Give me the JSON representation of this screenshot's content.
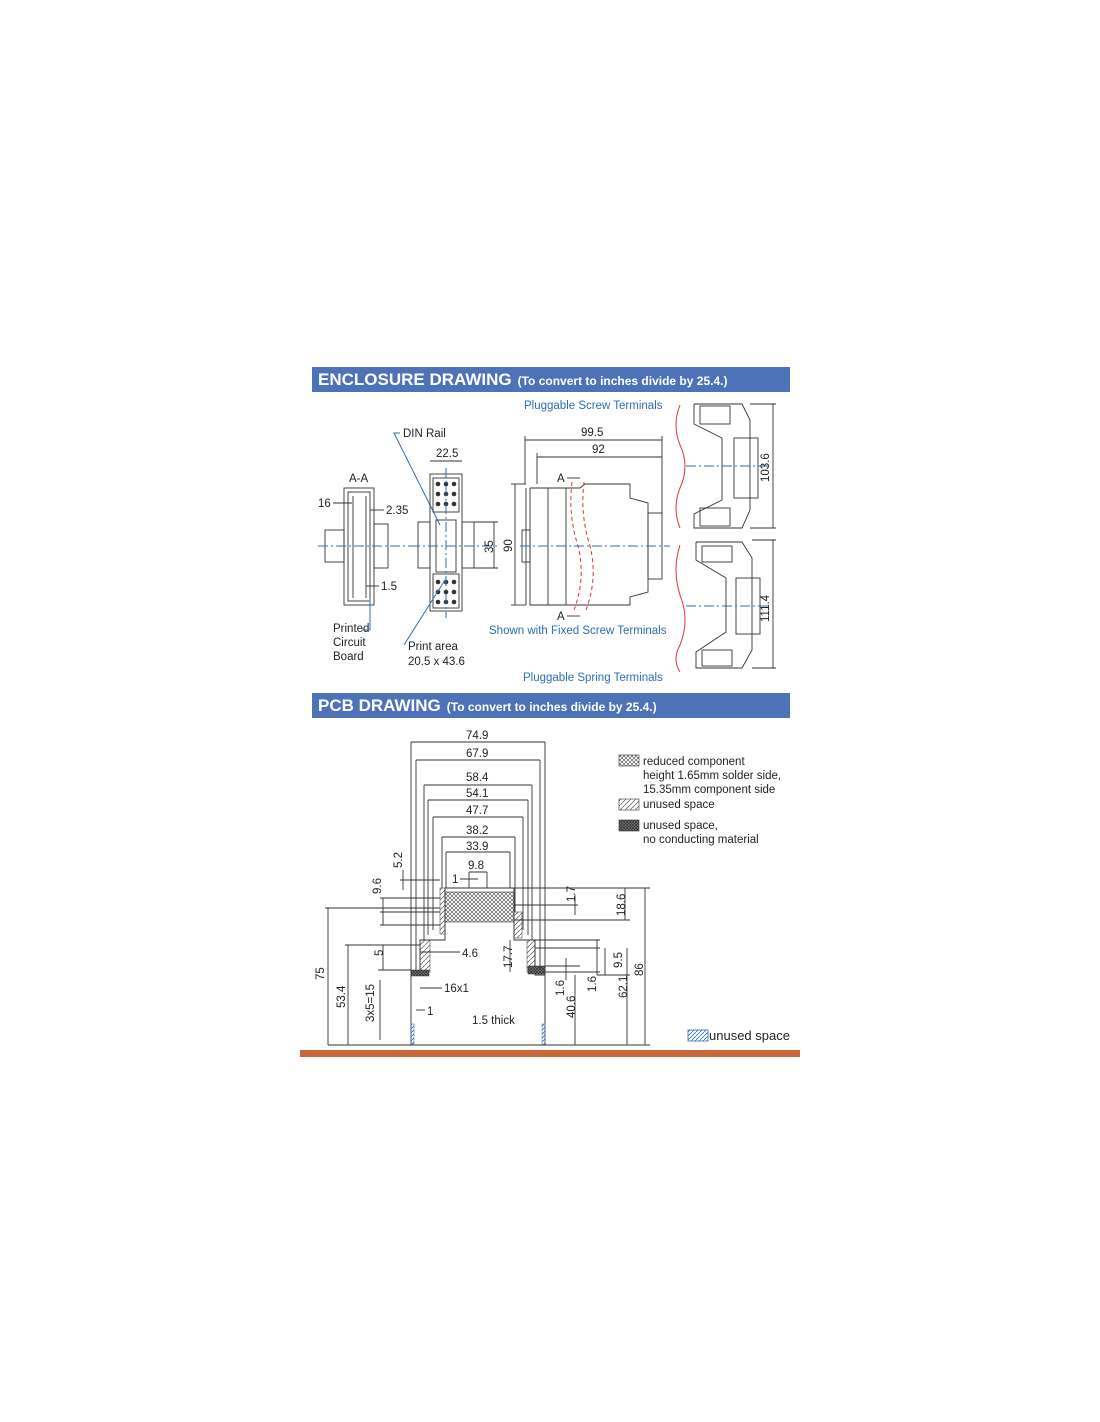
{
  "enclosure": {
    "title": "ENCLOSURE DRAWING",
    "subtitle": "(To convert to inches divide by 25.4.)",
    "section_label": "A-A",
    "din_rail": "DIN Rail",
    "pcb_label": [
      "Printed",
      "Circuit",
      "Board"
    ],
    "print_area": [
      "Print area",
      "20.5 x 43.6"
    ],
    "pluggable_screw": "Pluggable Screw Terminals",
    "fixed_screw": "Shown with Fixed Screw Terminals",
    "pluggable_spring": "Pluggable Spring Terminals",
    "section_mark": "A",
    "dims": {
      "d16": "16",
      "d2_35": "2.35",
      "d1_5": "1.5",
      "d22_5": "22.5",
      "d35": "35",
      "d90": "90",
      "d99_5": "99.5",
      "d92": "92",
      "d103_6": "103.6",
      "d111_4": "111.4"
    }
  },
  "pcb": {
    "title": "PCB DRAWING",
    "subtitle": "(To convert to inches divide by 25.4.)",
    "legend": {
      "reduced": [
        "reduced component",
        "height 1.65mm solder side,",
        "15.35mm component side"
      ],
      "unused": "unused space",
      "nocond": [
        "unused space,",
        "no conducting material"
      ],
      "unused_blue": "unused space"
    },
    "thick": "1.5 thick",
    "dims": {
      "d74_9": "74.9",
      "d67_9": "67.9",
      "d58_4": "58.4",
      "d54_1": "54.1",
      "d47_7": "47.7",
      "d38_2": "38.2",
      "d33_9": "33.9",
      "d9_8": "9.8",
      "d1a": "1",
      "d5_2": "5.2",
      "d9_6": "9.6",
      "d1_7": "1.7",
      "d18_6": "18.6",
      "d4_6": "4.6",
      "d5": "5",
      "d17_7": "17.7",
      "d9_5": "9.5",
      "d1_6a": "1.6",
      "d1_6b": "1.6",
      "d86": "86",
      "d75": "75",
      "d53_4": "53.4",
      "d3x5": "3x5=15",
      "d16x1": "16x1",
      "d1b": "1",
      "d40_6": "40.6",
      "d62_1": "62.1"
    }
  },
  "colors": {
    "banner": "#4d72b8",
    "label_blue": "#2f6db3",
    "footer": "#c8673a"
  }
}
